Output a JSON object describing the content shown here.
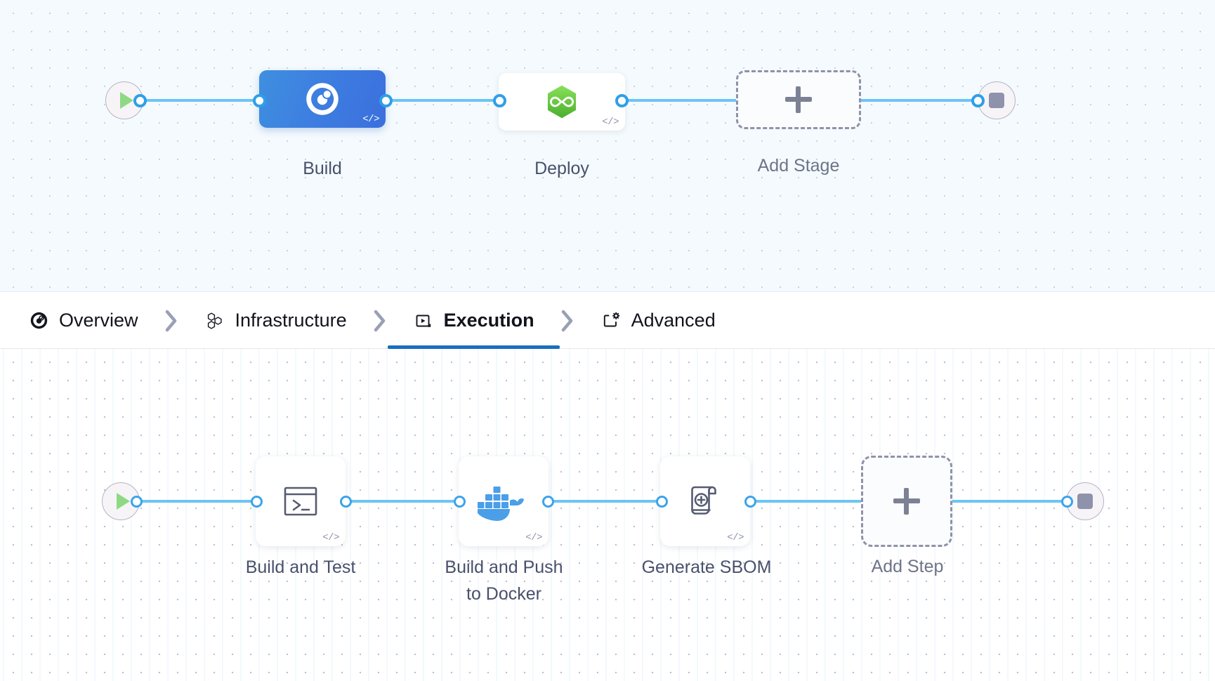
{
  "stage_pipeline": {
    "start_node": {
      "icon": "play-icon",
      "label": ""
    },
    "end_node": {
      "icon": "stop-icon",
      "label": ""
    },
    "stages": [
      {
        "id": "build",
        "label": "Build",
        "icon": "ci-module-icon",
        "selected": true,
        "code_badge": "</>"
      },
      {
        "id": "deploy",
        "label": "Deploy",
        "icon": "cd-module-icon",
        "selected": false,
        "code_badge": "</>"
      }
    ],
    "add_stage": {
      "label": "Add Stage",
      "icon": "plus-icon"
    }
  },
  "tabs": {
    "items": [
      {
        "id": "overview",
        "label": "Overview",
        "icon": "ci-pie-icon",
        "active": false
      },
      {
        "id": "infrastructure",
        "label": "Infrastructure",
        "icon": "honeycomb-icon",
        "active": false
      },
      {
        "id": "execution",
        "label": "Execution",
        "icon": "play-box-icon",
        "active": true
      },
      {
        "id": "advanced",
        "label": "Advanced",
        "icon": "box-gear-icon",
        "active": false
      }
    ],
    "separator": "chevron-right-icon"
  },
  "step_pipeline": {
    "start_node": {
      "icon": "play-icon"
    },
    "end_node": {
      "icon": "stop-icon"
    },
    "steps": [
      {
        "id": "build-and-test",
        "label": "Build and Test",
        "icon": "terminal-icon",
        "code_badge": "</>"
      },
      {
        "id": "build-and-push-docker",
        "label": "Build and Push\nto Docker",
        "icon": "docker-icon",
        "code_badge": "</>"
      },
      {
        "id": "generate-sbom",
        "label": "Generate SBOM",
        "icon": "sbom-scroll-icon",
        "code_badge": "</>"
      }
    ],
    "add_step": {
      "label": "Add Step",
      "icon": "plus-icon"
    }
  },
  "colors": {
    "connector": "#6dc4f5",
    "connector_dot": "#2f9fe8",
    "stage_selected": "#3d7fe0",
    "active_tab_underline": "#1a6ec0",
    "cd_green": "#6cc644",
    "docker_blue": "#4a9fe8",
    "canvas_top_bg": "#f4fafd",
    "canvas_bottom_bg": "#ffffff"
  }
}
